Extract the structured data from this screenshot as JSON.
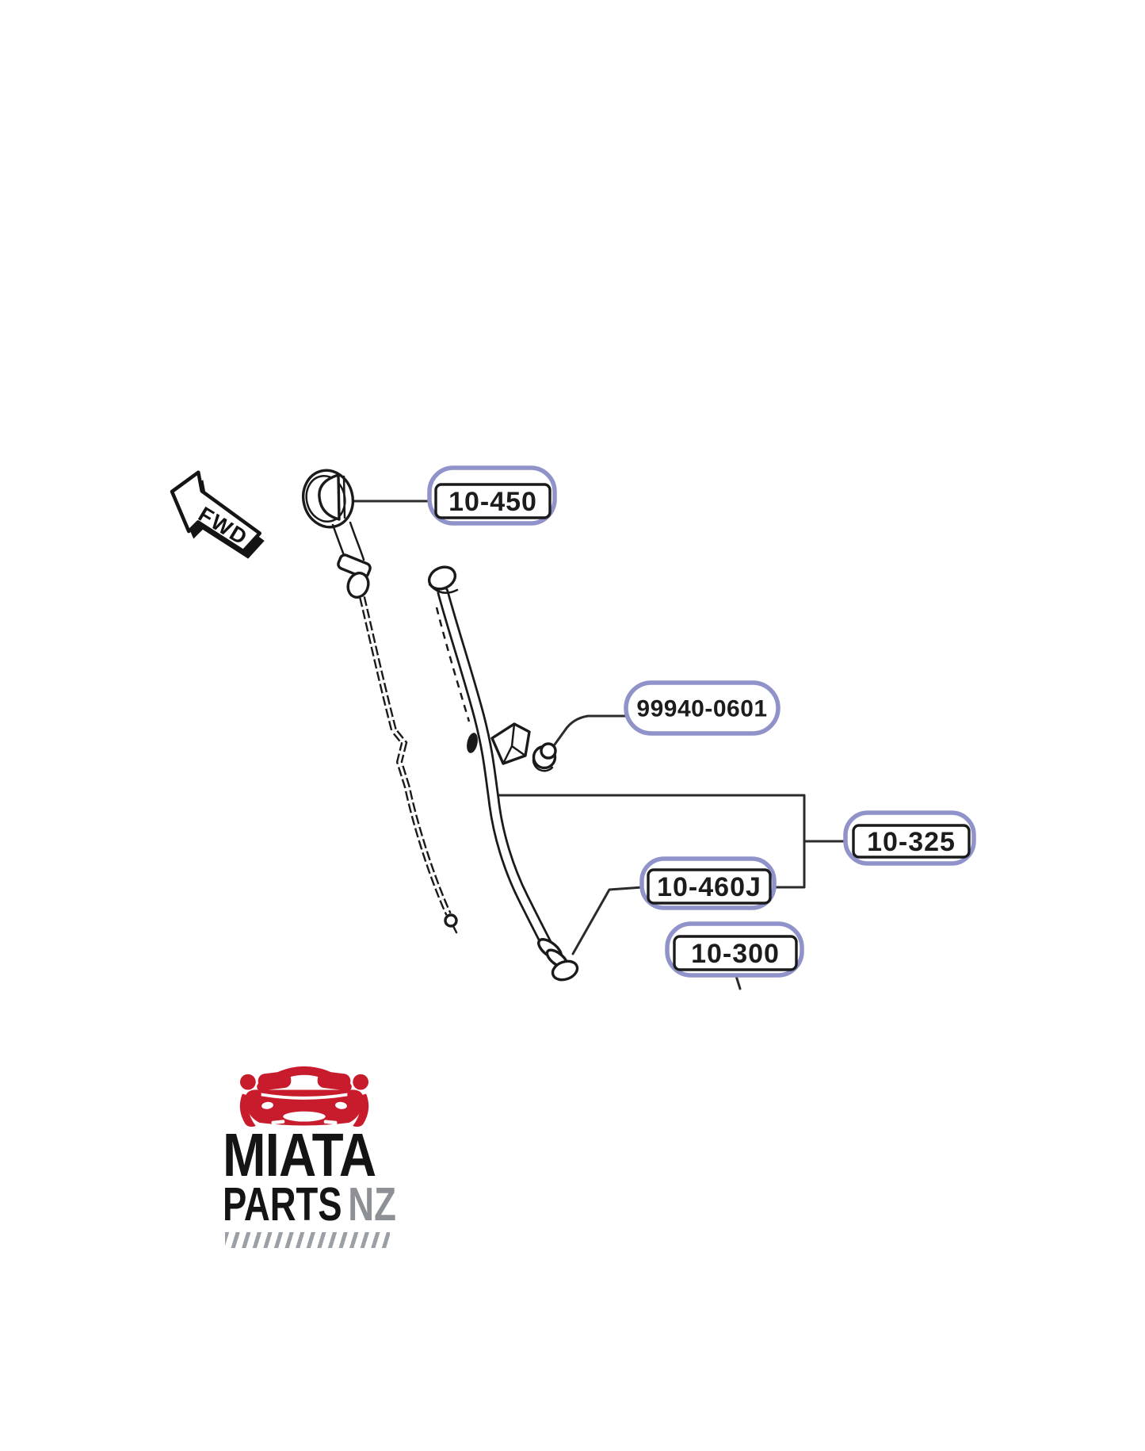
{
  "page": {
    "background_color": "#ffffff"
  },
  "diagram": {
    "fwd_arrow_label": "FWD",
    "labels": {
      "l10_450": "10-450",
      "l99940_0601": "99940-0601",
      "l10_325": "10-325",
      "l10_460j": "10-460J",
      "l10_300": "10-300"
    },
    "colors": {
      "line": "#1a1a1a",
      "highlight_outline": "#9092ca",
      "label_text": "#1c1c1c"
    }
  },
  "logo": {
    "word1": "MIATA",
    "word2": "PARTS",
    "word3": "NZ",
    "colors": {
      "car": "#c81c2c",
      "word_text": "#141414",
      "region_text": "#8d9094",
      "stripes": "#9aa0a6"
    }
  }
}
